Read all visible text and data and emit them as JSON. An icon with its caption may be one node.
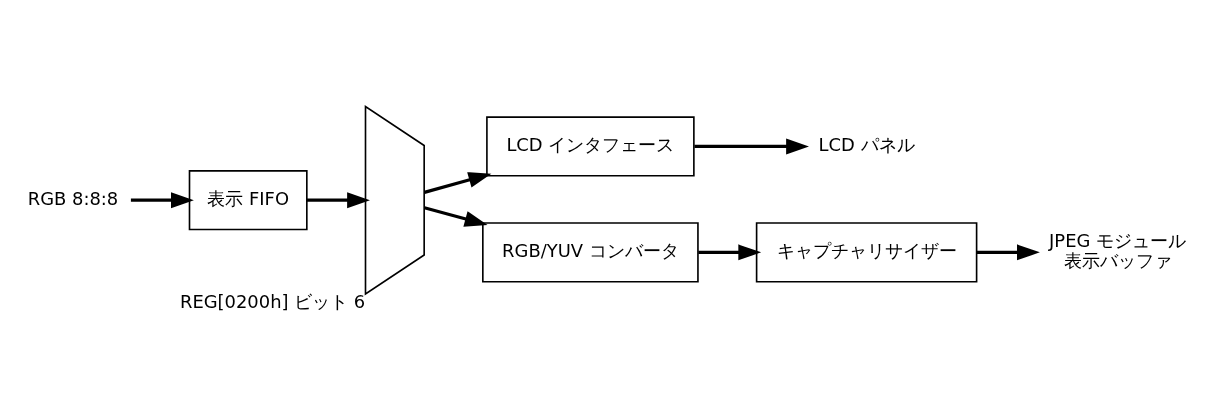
{
  "diagram": {
    "nodes": [
      {
        "text": [
          "RGB 8:8:8"
        ]
      },
      {
        "text": [
          "表示 FIFO"
        ]
      },
      {
        "text": [],
        "shape": "trapezoid",
        "beside": [
          "REG[0200h] ビット 6"
        ]
      },
      {
        "text": [
          "LCD インタフェース"
        ]
      },
      {
        "text": [
          "LCD パネル"
        ]
      },
      {
        "text": [
          "RGB/YUV コンバータ"
        ]
      },
      {
        "text": [
          "キャプチャリサイザー"
        ]
      },
      {
        "text": [
          "JPEG モジュール",
          "表示バッファ"
        ]
      }
    ],
    "edges": [
      {
        "from": 0,
        "to": 1,
        "arrow": "to"
      },
      {
        "from": 1,
        "to": 2,
        "arrow": "to"
      },
      {
        "from": 2,
        "to": 3,
        "arrow": "to"
      },
      {
        "from": 3,
        "to": 4,
        "arrow": "to"
      },
      {
        "from": 2,
        "to": 5,
        "arrow": "to"
      },
      {
        "from": 5,
        "to": 6,
        "arrow": "to"
      },
      {
        "from": 6,
        "to": 7,
        "arrow": "to"
      }
    ]
  }
}
